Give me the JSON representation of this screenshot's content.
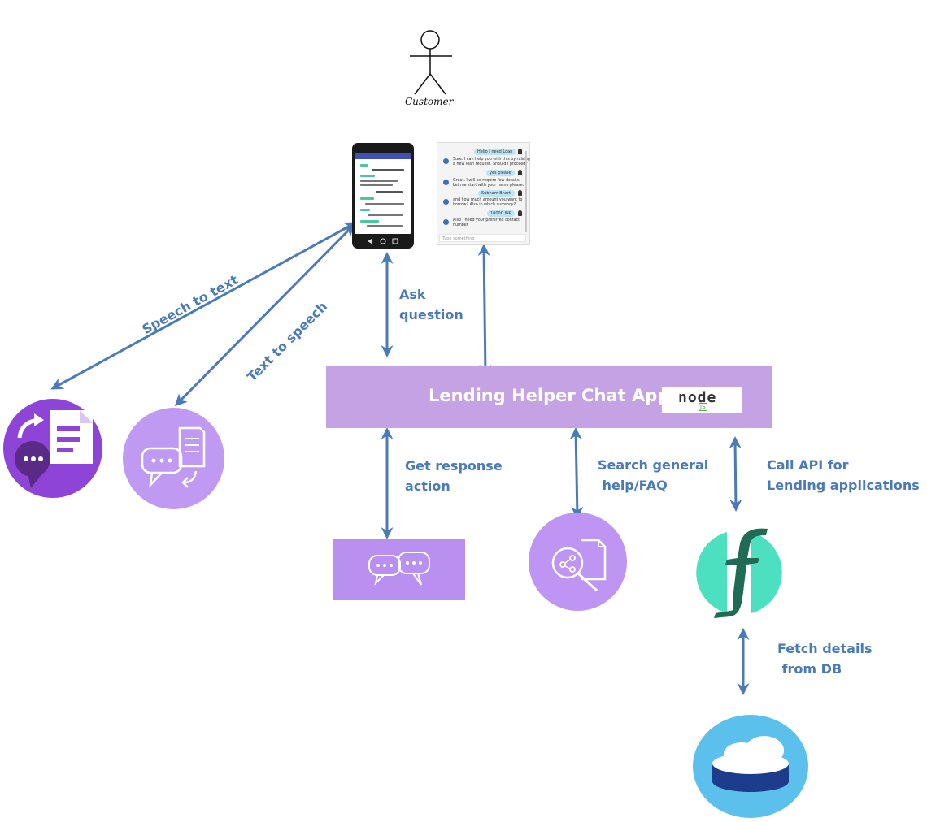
{
  "actor": {
    "label": "Customer"
  },
  "main": {
    "title": "Lending Helper Chat App",
    "badge": "node",
    "badge_sub": "JS"
  },
  "chat_window": {
    "messages": [
      {
        "from": "user",
        "text": "Hello I need Loan"
      },
      {
        "from": "bot",
        "text": "Sure. I can help you with this by raising\na new loan request. Should I proceed?"
      },
      {
        "from": "user",
        "text": "yes please"
      },
      {
        "from": "bot",
        "text": "Great. I will be require few details.\nLet me start with your name please."
      },
      {
        "from": "user",
        "text": "Subham Bharti"
      },
      {
        "from": "bot",
        "text": "and how much amount you want to\nborrow? Also in which currency?"
      },
      {
        "from": "user",
        "text": "10000 INR"
      },
      {
        "from": "bot",
        "text": "Also I need your preferred contact\nnumber"
      }
    ],
    "input_placeholder": "Type something"
  },
  "edges": {
    "speech_to_text": "Speech to text",
    "text_to_speech": "Text to speech",
    "ask_question": "Ask\nquestion",
    "get_response": "Get response\naction",
    "search_faq": "Search general\n help/FAQ",
    "call_api": "Call API for\nLending applications",
    "fetch_details": "Fetch details\n from DB"
  },
  "colors": {
    "arrow": "#4a7ab8",
    "main_box": "#c5a2e4",
    "icon_purple": "#b98ff0",
    "icon_deep_purple": "#8e44d6",
    "teal": "#4de0c0",
    "db_blue": "#5bc0eb"
  },
  "icons": [
    "speech-to-text-icon",
    "text-to-speech-icon",
    "chat-bubbles-icon",
    "faq-search-icon",
    "api-function-icon",
    "database-icon"
  ]
}
